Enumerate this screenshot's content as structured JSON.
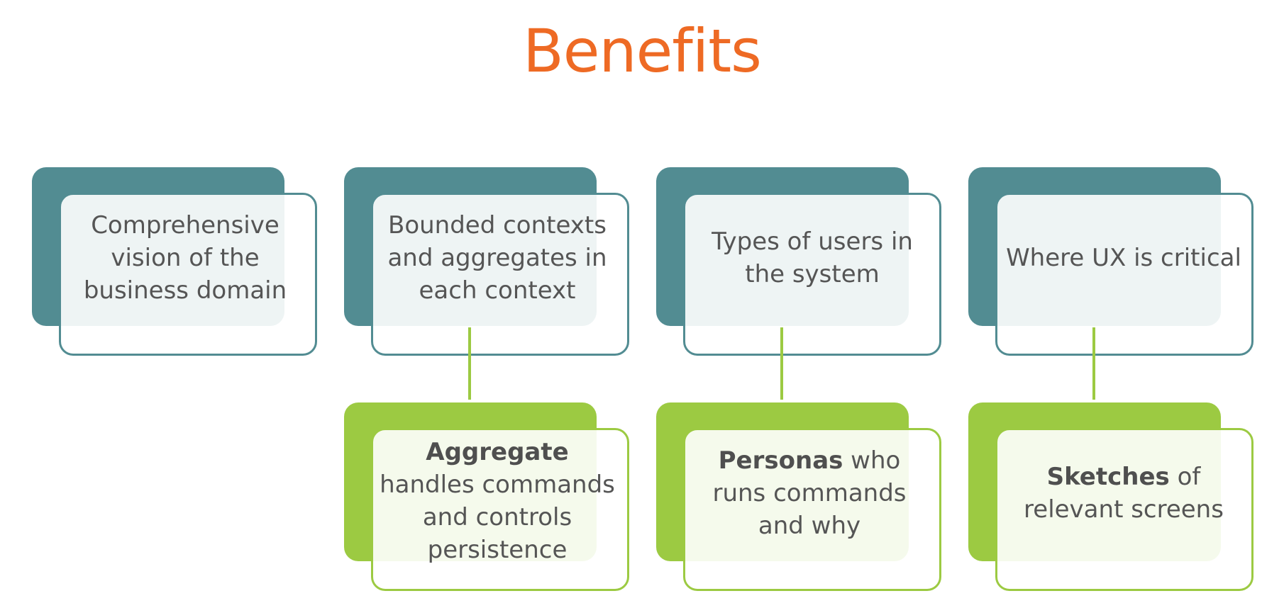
{
  "title": "Benefits",
  "top_cards": [
    {
      "label": "Comprehensive vision of the business domain"
    },
    {
      "label": "Bounded contexts and aggregates in each context"
    },
    {
      "label": "Types of users in the system"
    },
    {
      "label": "Where UX is critical"
    }
  ],
  "bottom_cards": [
    {
      "bold": "Aggregate",
      "rest": " handles commands and controls persistence"
    },
    {
      "bold": "Personas",
      "rest": " who runs commands and why"
    },
    {
      "bold": "Sketches",
      "rest": " of relevant screens"
    }
  ],
  "colors": {
    "title": "#ee6a24",
    "teal": "#528c92",
    "green": "#9cca42",
    "text": "#555555"
  }
}
